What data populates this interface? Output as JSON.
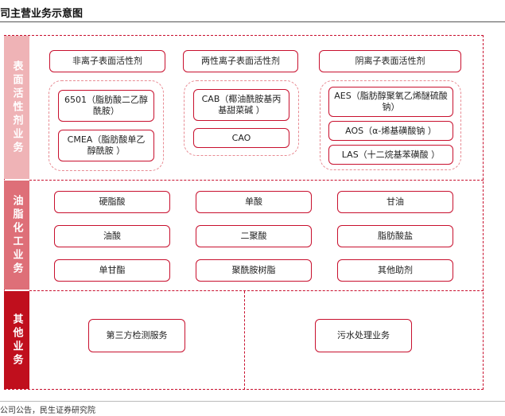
{
  "title": "司主营业务示意图",
  "source": "公司公告，民生证券研究院",
  "bands": {
    "surfactant": "表面活性剂业务",
    "oleochemical": "油脂化工业务",
    "other": "其他业务"
  },
  "surfactant": {
    "nonionic": {
      "header": "非离子表面活性剂",
      "items": [
        "6501（脂肪酸二乙醇酰胺）",
        "CMEA（脂肪酸单乙醇酰胺 ）"
      ]
    },
    "amphoteric": {
      "header": "两性离子表面活性剂",
      "items": [
        "CAB（椰油酰胺基丙基甜菜碱 ）",
        "CAO"
      ]
    },
    "anionic": {
      "header": "阴离子表面活性剂",
      "items": [
        "AES（脂肪醇聚氧乙烯醚硫酸钠）",
        "AOS（α-烯基磺酸钠 ）",
        "LAS（十二烷基苯磺酸 ）"
      ]
    }
  },
  "oleochemical": {
    "items": [
      "硬脂酸",
      "单酸",
      "甘油",
      "油酸",
      "二聚酸",
      "脂肪酸盐",
      "单甘酯",
      "聚酰胺树脂",
      "其他助剂"
    ]
  },
  "other": {
    "items": [
      "第三方检测服务",
      "污水处理业务"
    ]
  }
}
